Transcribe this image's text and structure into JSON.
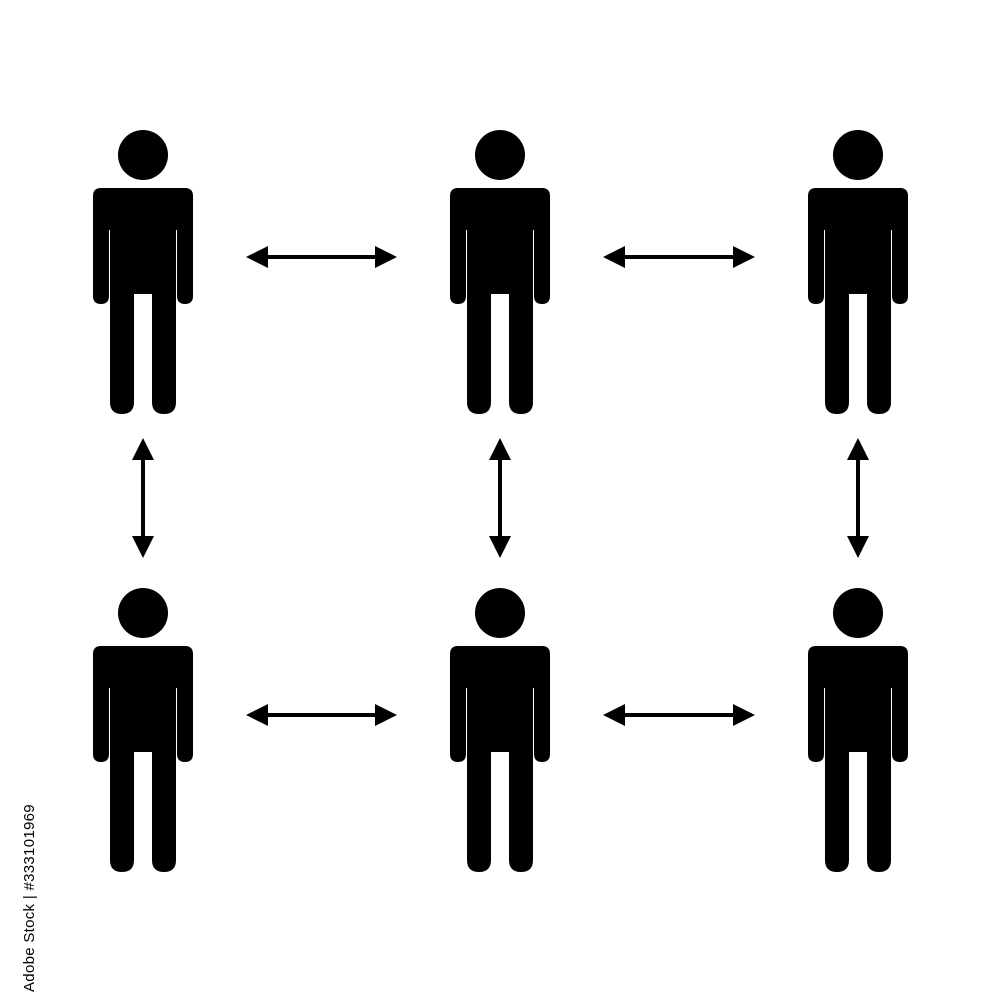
{
  "diagram": {
    "colors": {
      "background": "#ffffff",
      "figure": "#000000",
      "arrow": "#000000"
    },
    "figures": [
      {
        "id": "person-1",
        "icon": "person-icon",
        "row": 1,
        "col": 1
      },
      {
        "id": "person-2",
        "icon": "person-icon",
        "row": 1,
        "col": 2
      },
      {
        "id": "person-3",
        "icon": "person-icon",
        "row": 1,
        "col": 3
      },
      {
        "id": "person-4",
        "icon": "person-icon",
        "row": 2,
        "col": 1
      },
      {
        "id": "person-5",
        "icon": "person-icon",
        "row": 2,
        "col": 2
      },
      {
        "id": "person-6",
        "icon": "person-icon",
        "row": 2,
        "col": 3
      }
    ],
    "connections": [
      {
        "from": "person-1",
        "to": "person-2",
        "icon": "double-headed-arrow-icon",
        "direction": "horizontal"
      },
      {
        "from": "person-2",
        "to": "person-3",
        "icon": "double-headed-arrow-icon",
        "direction": "horizontal"
      },
      {
        "from": "person-4",
        "to": "person-5",
        "icon": "double-headed-arrow-icon",
        "direction": "horizontal"
      },
      {
        "from": "person-5",
        "to": "person-6",
        "icon": "double-headed-arrow-icon",
        "direction": "horizontal"
      },
      {
        "from": "person-1",
        "to": "person-4",
        "icon": "double-headed-arrow-icon",
        "direction": "vertical"
      },
      {
        "from": "person-2",
        "to": "person-5",
        "icon": "double-headed-arrow-icon",
        "direction": "vertical"
      },
      {
        "from": "person-3",
        "to": "person-6",
        "icon": "double-headed-arrow-icon",
        "direction": "vertical"
      }
    ]
  },
  "stock_id": "Adobe Stock | #333101969"
}
